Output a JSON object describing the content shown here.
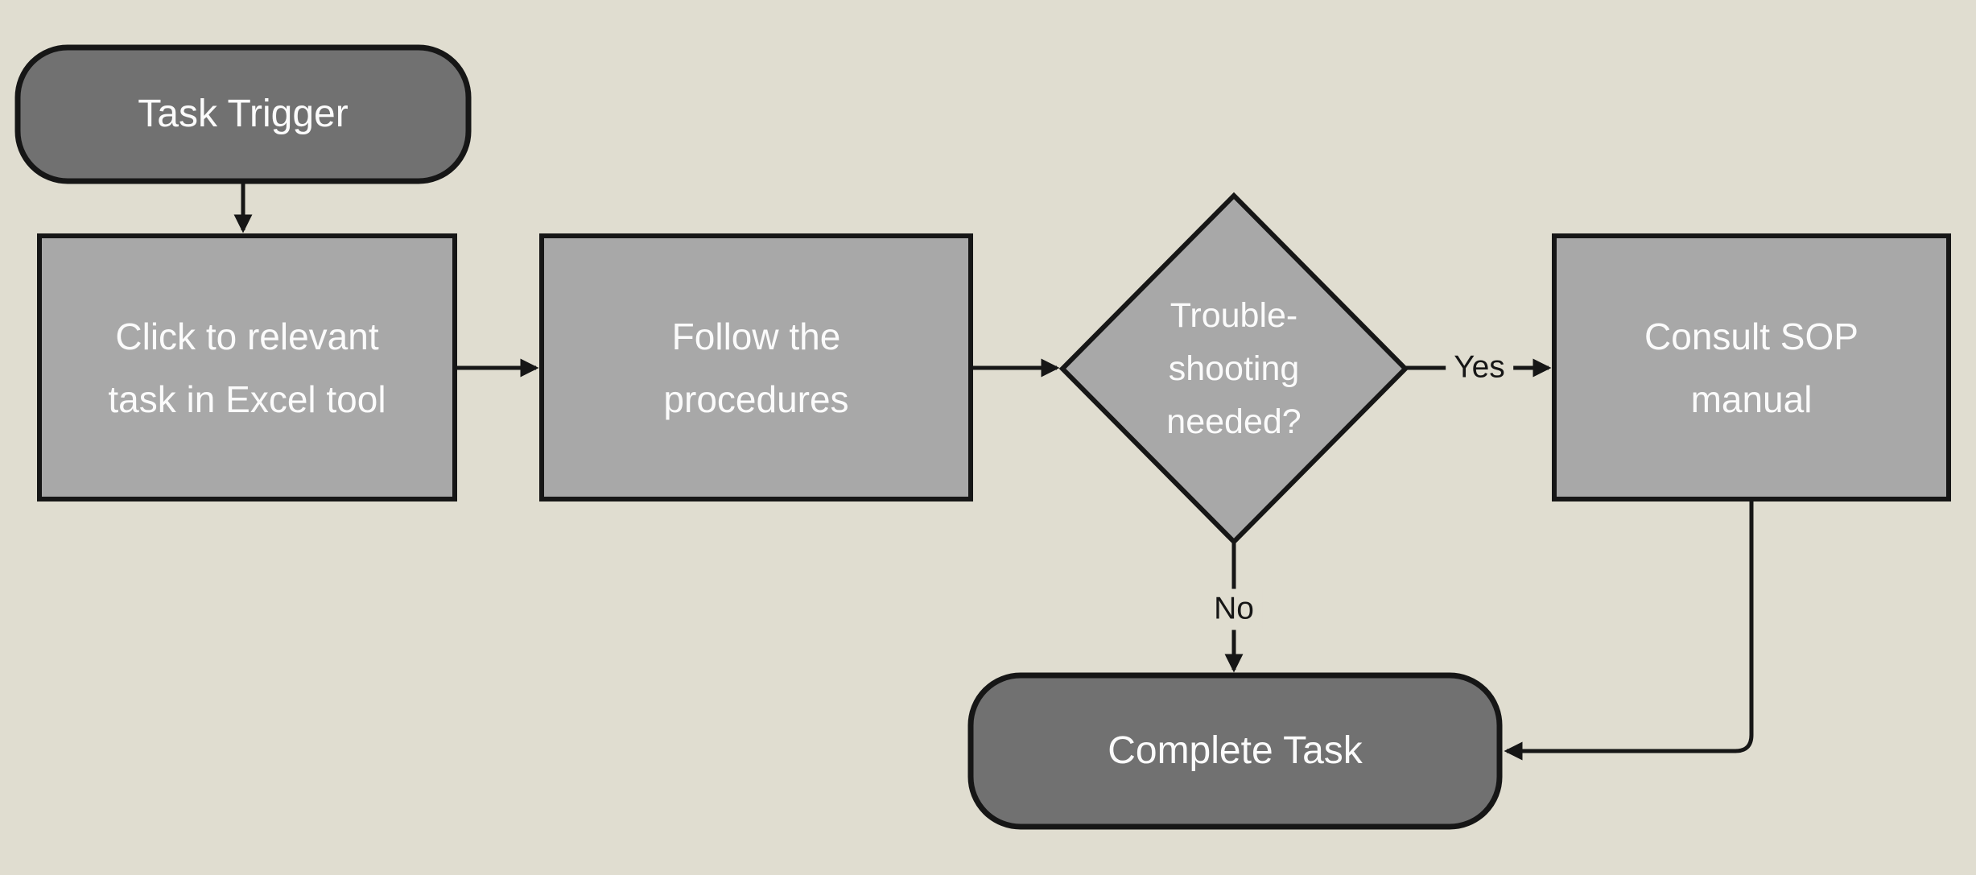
{
  "theme": {
    "bg": "#e0ddd0",
    "terminator_fill": "#717171",
    "process_fill": "#a8a8a8",
    "line_color": "#161616",
    "node_text_color": "#fbfbfb",
    "edge_label_color": "#161616"
  },
  "flowchart": {
    "nodes": {
      "task_trigger": {
        "type": "terminator",
        "label": "Task Trigger"
      },
      "click_task": {
        "type": "process",
        "line1": "Click to relevant",
        "line2": "task in Excel tool"
      },
      "follow_procedures": {
        "type": "process",
        "line1": "Follow the",
        "line2": "procedures"
      },
      "troubleshooting": {
        "type": "decision",
        "line1": "Trouble-",
        "line2": "shooting",
        "line3": "needed?"
      },
      "consult_sop": {
        "type": "process",
        "line1": "Consult SOP",
        "line2": "manual"
      },
      "complete_task": {
        "type": "terminator",
        "label": "Complete Task"
      }
    },
    "edges": {
      "yes_label": "Yes",
      "no_label": "No"
    }
  }
}
